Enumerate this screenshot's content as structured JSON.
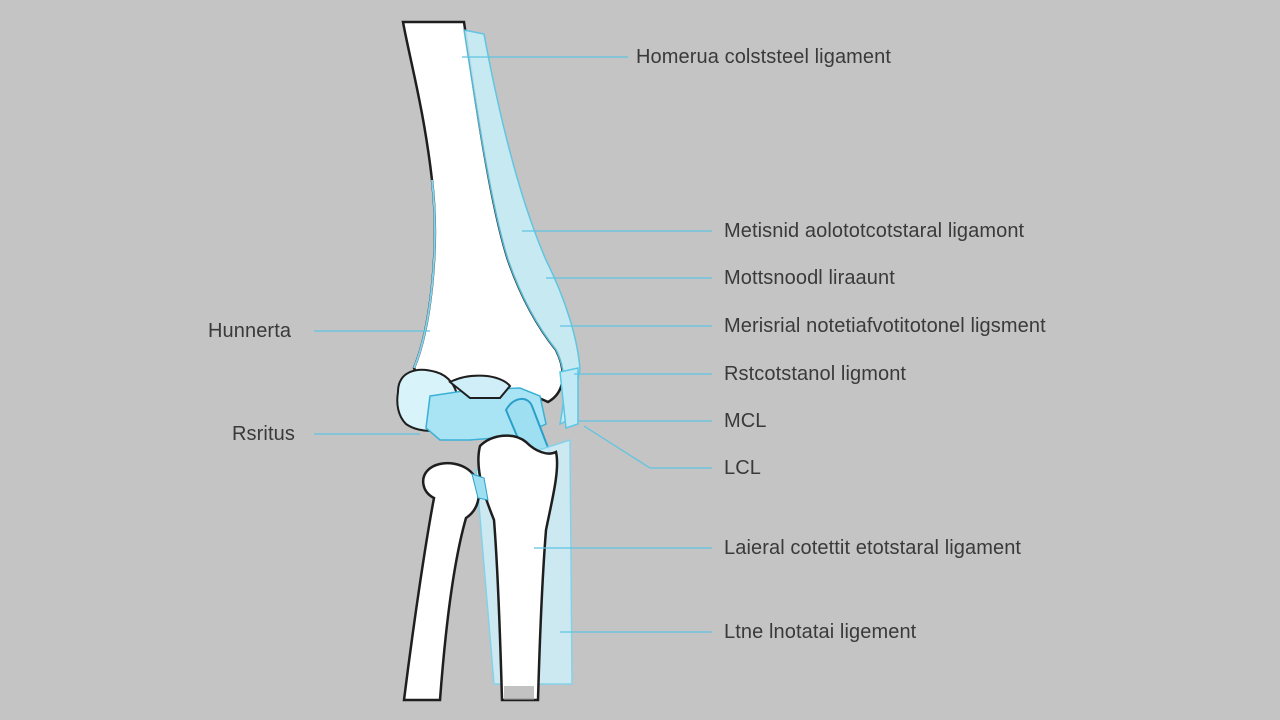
{
  "colors": {
    "background": "#c4c4c4",
    "bone_fill": "#ffffff",
    "bone_outline": "#1e1e1e",
    "ligament": "#a9e4f4",
    "ligament_outline": "#58c6e4",
    "leader_line": "#5fc4e2",
    "label_text": "#3a3a3a"
  },
  "labels": {
    "right": [
      "Homerua colststeel ligament",
      "Metisnid aolototcotstaral ligamont",
      "Mottsnoodl liraaunt",
      "Merisrial notetiafvotitotonel ligsment",
      "Rstcotstanol ligmont",
      "MCL",
      "LCL",
      "Laieral cotettit etotstaral ligament",
      "Ltne lnotatai ligement"
    ],
    "left": [
      "Hunnerta",
      "Rsritus"
    ]
  }
}
